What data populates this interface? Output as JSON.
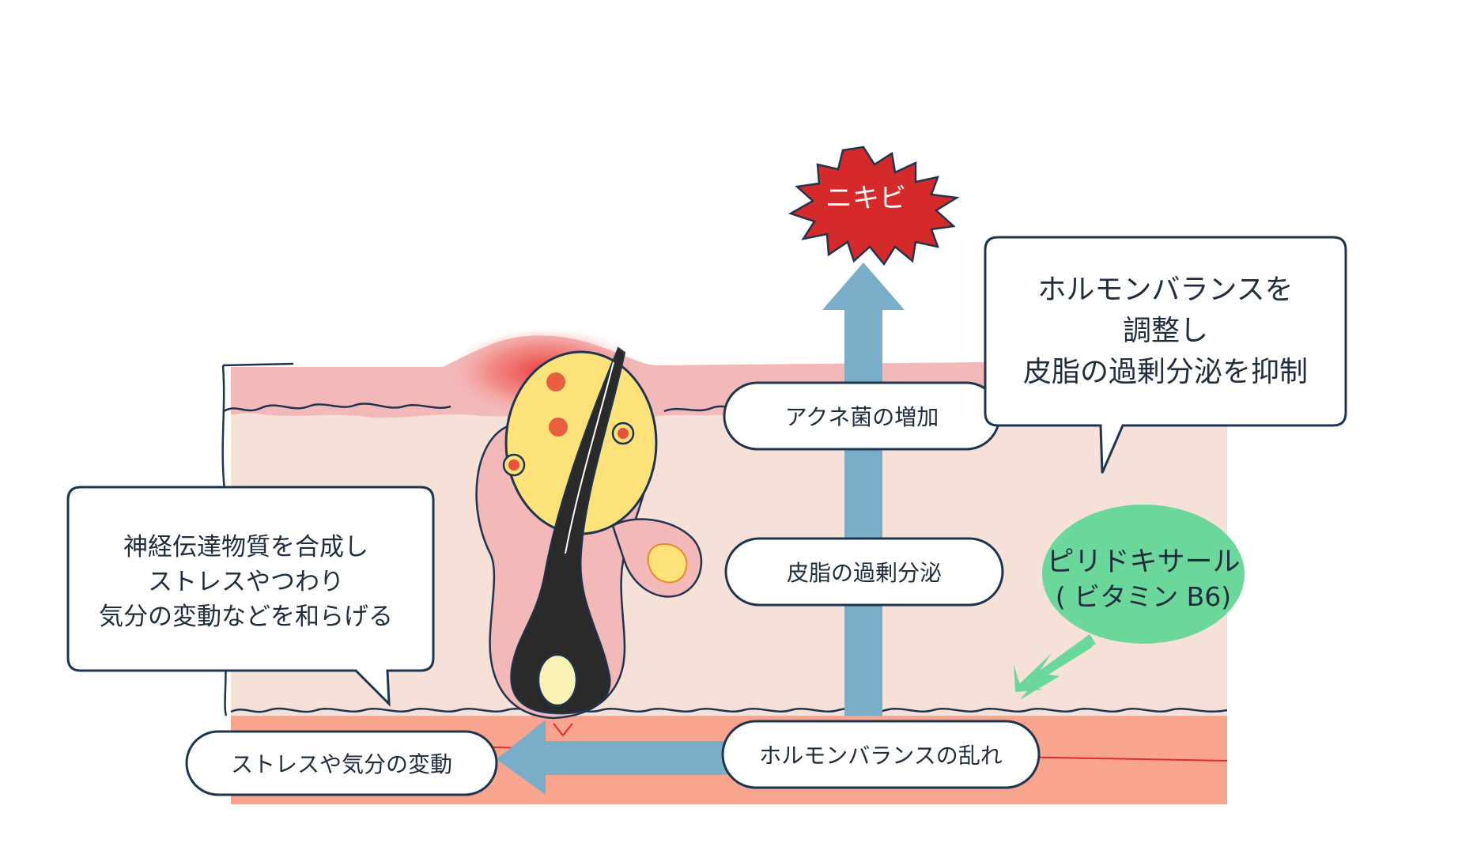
{
  "title_burst": "ニキビ",
  "steps": {
    "hormone": "ホルモンバランスの乱れ",
    "sebum": "皮脂の過剰分泌",
    "acne_bacteria": "アクネ菌の増加",
    "stress": "ストレスや気分の変動"
  },
  "callouts": {
    "right": [
      "ホルモンバランスを",
      "調整し",
      "皮脂の過剰分泌を抑制"
    ],
    "left": [
      "神経伝達物質を合成し",
      "ストレスやつわり",
      "気分の変動などを和らげる"
    ]
  },
  "vitamin": {
    "line1": "ピリドキサール",
    "line2": "( ビタミン B6)"
  },
  "colors": {
    "burst": "#d62a2a",
    "arrow": "#79adc8",
    "skin": "#f6e1d8",
    "epidermis": "#f3b8b8",
    "dermis": "#f8a48e",
    "vitamin": "#6cd79b",
    "box_stroke": "#1e3550",
    "sebum_gland": "#fde27a",
    "hair": "#2a2a2a"
  }
}
